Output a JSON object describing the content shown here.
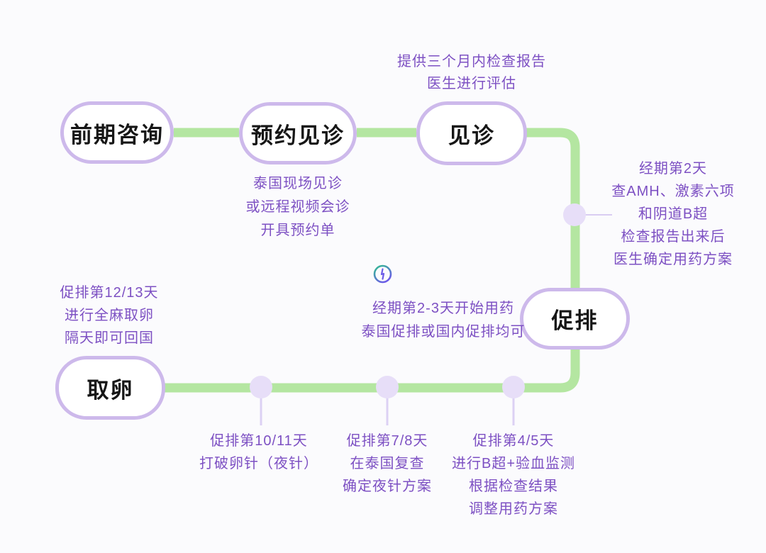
{
  "page": {
    "background": "#FBFBFD"
  },
  "palette": {
    "node_border": "#CDB9EB",
    "node_text": "#161616",
    "flow_line_green": "#B4E6A1",
    "dot_fill": "#E7DEF8",
    "stem_line": "#DCD1F4",
    "annotation_text": "#7D50C3",
    "clock_green": "#2FBF8F",
    "clock_purple": "#6C5CE7"
  },
  "nodes": [
    {
      "id": "consultation",
      "label": "前期咨询"
    },
    {
      "id": "booking",
      "label": "预约见诊"
    },
    {
      "id": "visit",
      "label": "见诊"
    },
    {
      "id": "stimulation",
      "label": "促排"
    },
    {
      "id": "retrieval",
      "label": "取卵"
    }
  ],
  "annotations": {
    "above_visit": {
      "lines": [
        "提供三个月内检查报告",
        "医生进行评估"
      ]
    },
    "below_booking": {
      "lines": [
        "泰国现场见诊",
        "或远程视频会诊",
        "开具预约单"
      ]
    },
    "right_of_line": {
      "lines": [
        "经期第2天",
        "查AMH、激素六项",
        "和阴道B超",
        "检查报告出来后",
        "医生确定用药方案"
      ]
    },
    "left_of_stimulation": {
      "lines": [
        "经期第2-3天开始用药",
        "泰国促排或国内促排均可"
      ]
    },
    "above_retrieval": {
      "lines": [
        "促排第12/13天",
        "进行全麻取卵",
        "隔天即可回国"
      ]
    },
    "milestone_day10_11": {
      "lines": [
        "促排第10/11天",
        "打破卵针（夜针）"
      ]
    },
    "milestone_day7_8": {
      "lines": [
        "促排第7/8天",
        "在泰国复查",
        "确定夜针方案"
      ]
    },
    "milestone_day4_5": {
      "lines": [
        "促排第4/5天",
        "进行B超+验血监测",
        "根据检查结果",
        "调整用药方案"
      ]
    }
  },
  "icons": {
    "clock": "clock-icon"
  }
}
